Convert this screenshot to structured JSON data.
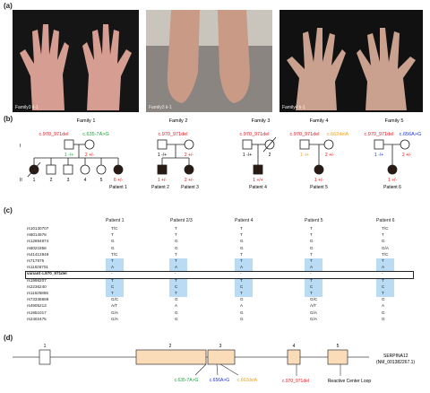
{
  "panels": {
    "a": "(a)",
    "b": "(b)",
    "c": "(c)",
    "d": "(d)"
  },
  "photos": [
    {
      "caption": "Family3 Ⅱ-1"
    },
    {
      "caption": "Family3 Ⅱ-1"
    },
    {
      "caption": "Family4 Ⅱ-1"
    }
  ],
  "pedigrees": {
    "generation_labels": [
      "I",
      "II"
    ],
    "families": [
      {
        "title": "Family 1",
        "var_a": "c.970_971del",
        "var_b": "c.635-7A>G",
        "gen1": [
          "1 -/+",
          "2 +/-"
        ],
        "children": [
          "1",
          "2",
          "3",
          "4",
          "5",
          "6 +/-"
        ],
        "patient": "Patient 1"
      },
      {
        "title": "Family 2",
        "var_a": "c.970_971del",
        "gen1": [
          "1 -/+",
          "2 +/-"
        ],
        "children": [
          "1 +/-",
          "2 +/-"
        ],
        "patients": [
          "Patient 2",
          "Patient 3"
        ]
      },
      {
        "title": "Family 3",
        "var_a": "c.970_971del",
        "gen1": [
          "1 -/+",
          "2"
        ],
        "children": [
          "1 +/+"
        ],
        "patient": "Patient 4"
      },
      {
        "title": "Family 4",
        "var_a": "c.970_971del",
        "var_b": "c.662delA",
        "gen1": [
          "1 -/+",
          "2 +/-"
        ],
        "children": [
          "1 +/-"
        ],
        "patient": "Patient 5"
      },
      {
        "title": "Family 5",
        "var_a": "c.970_971del",
        "var_b": "c.656A>G",
        "gen1": [
          "1 -/+",
          "2 +/-"
        ],
        "children": [
          "1 +/-"
        ],
        "patient": "Patient 6"
      }
    ]
  },
  "haplotype_table": {
    "columns": [
      "Patient 1",
      "Patient 2/3",
      "Patient 4",
      "Patient 5",
      "Patient 6"
    ],
    "rows": [
      {
        "id": "rs10130707",
        "values": [
          "T/C",
          "T",
          "T",
          "T",
          "T/C"
        ]
      },
      {
        "id": "rs8014978",
        "values": [
          "T",
          "T",
          "T",
          "T",
          "T"
        ]
      },
      {
        "id": "rs12894874",
        "values": [
          "G",
          "G",
          "G",
          "G",
          "G"
        ]
      },
      {
        "id": "rs8021858",
        "values": [
          "G",
          "G",
          "G",
          "G",
          "G/A"
        ]
      },
      {
        "id": "rs41412849",
        "values": [
          "T/C",
          "T",
          "T",
          "T",
          "T/C"
        ]
      },
      {
        "id": "rs717975",
        "values": [
          "T",
          "T",
          "T",
          "T",
          "T"
        ]
      },
      {
        "id": "rs11626701",
        "values": [
          "A",
          "A",
          "A",
          "A",
          "A"
        ]
      },
      {
        "id": "variant c.970_971del",
        "values": [
          "-",
          "-",
          "-",
          "-",
          "-"
        ]
      },
      {
        "id": "rs1998207",
        "values": [
          "T",
          "T",
          "T",
          "T",
          "T"
        ]
      },
      {
        "id": "rs2236240",
        "values": [
          "C",
          "C",
          "C",
          "C",
          "C"
        ]
      },
      {
        "id": "rs11625865",
        "values": [
          "T",
          "T",
          "T",
          "T",
          "T"
        ]
      },
      {
        "id": "rs73338689",
        "values": [
          "G/C",
          "G",
          "G",
          "G/C",
          "G"
        ]
      },
      {
        "id": "rs4905213",
        "values": [
          "A/T",
          "A",
          "A",
          "A/T",
          "A"
        ]
      },
      {
        "id": "rs1951017",
        "values": [
          "G/A",
          "G",
          "G",
          "G/A",
          "G"
        ]
      },
      {
        "id": "rs2402475",
        "values": [
          "G/A",
          "G",
          "G",
          "G/A",
          "G"
        ]
      }
    ]
  },
  "gene": {
    "name": "SERPINA12",
    "accession": "(NM_001382267.1)",
    "exons": [
      "1",
      "2",
      "3",
      "4",
      "5"
    ],
    "variants": [
      "c.635-7A>G",
      "c.656A>G",
      "c.662delA",
      "c.970_971del"
    ],
    "loop_label": "Reactive Center Loop"
  },
  "colors": {
    "red": "#e4161d",
    "green": "#1aa33a",
    "blue": "#1e33d2",
    "orange": "#f0a21a",
    "exon": "#fbdcb8",
    "highlight": "#b9dcf4"
  }
}
